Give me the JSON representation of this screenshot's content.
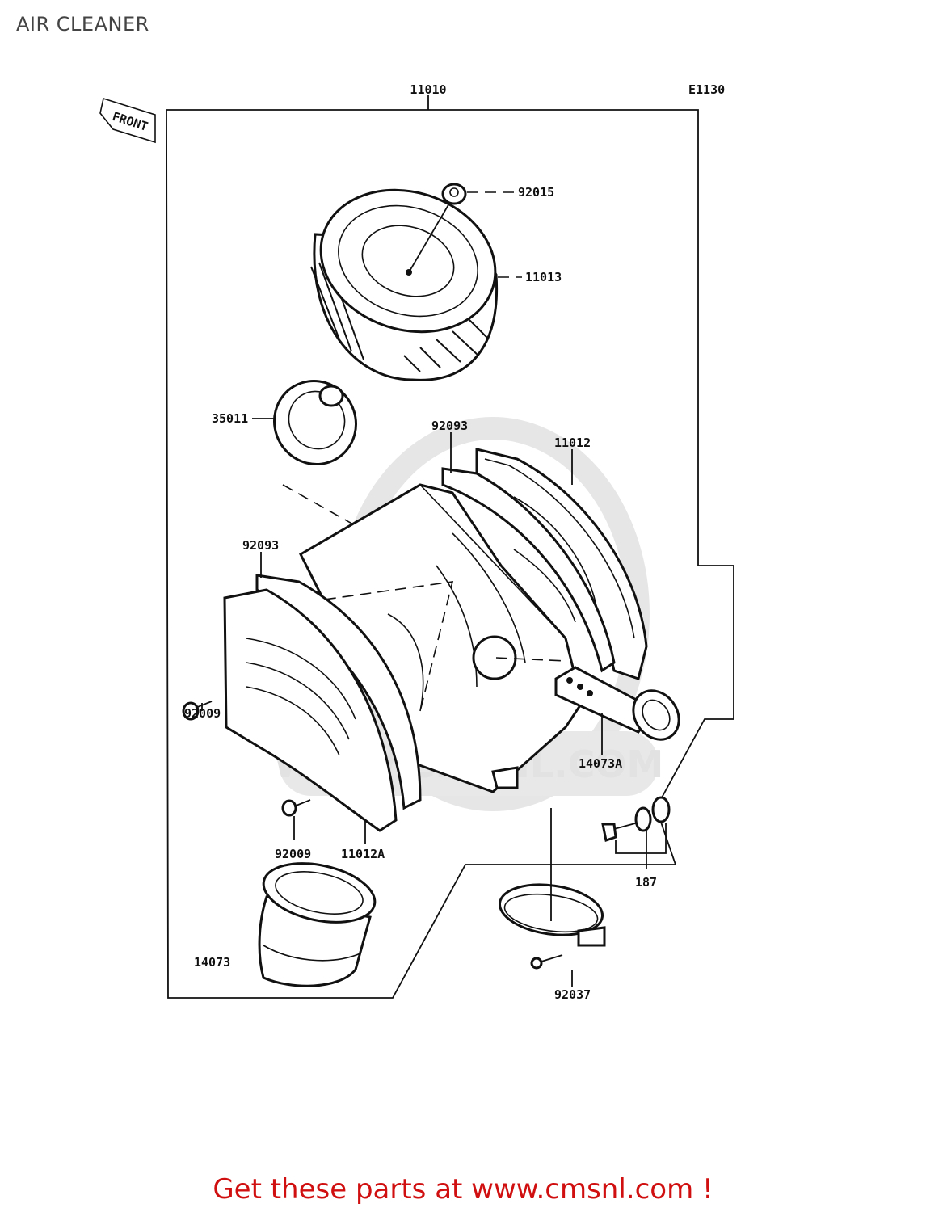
{
  "page": {
    "title": "AIR CLEANER",
    "footer_text": "Get these parts at www.cmsnl.com !"
  },
  "watermark": {
    "text": "WWW.CMSNL.COM",
    "color": "#e2e2e2"
  },
  "diagram": {
    "code": "E1130",
    "direction_tag": "FRONT",
    "labels": [
      {
        "id": "11010",
        "text": "11010"
      },
      {
        "id": "92015",
        "text": "92015"
      },
      {
        "id": "11013",
        "text": "11013"
      },
      {
        "id": "35011",
        "text": "35011"
      },
      {
        "id": "92093-a",
        "text": "92093"
      },
      {
        "id": "11012",
        "text": "11012"
      },
      {
        "id": "92093-b",
        "text": "92093"
      },
      {
        "id": "92009-a",
        "text": "92009"
      },
      {
        "id": "14073A",
        "text": "14073A"
      },
      {
        "id": "92009-b",
        "text": "92009"
      },
      {
        "id": "11012A",
        "text": "11012A"
      },
      {
        "id": "187",
        "text": "187"
      },
      {
        "id": "14073",
        "text": "14073"
      },
      {
        "id": "92037",
        "text": "92037"
      }
    ]
  },
  "colors": {
    "footer": "#d01010",
    "title": "#444444",
    "line": "#111111"
  }
}
